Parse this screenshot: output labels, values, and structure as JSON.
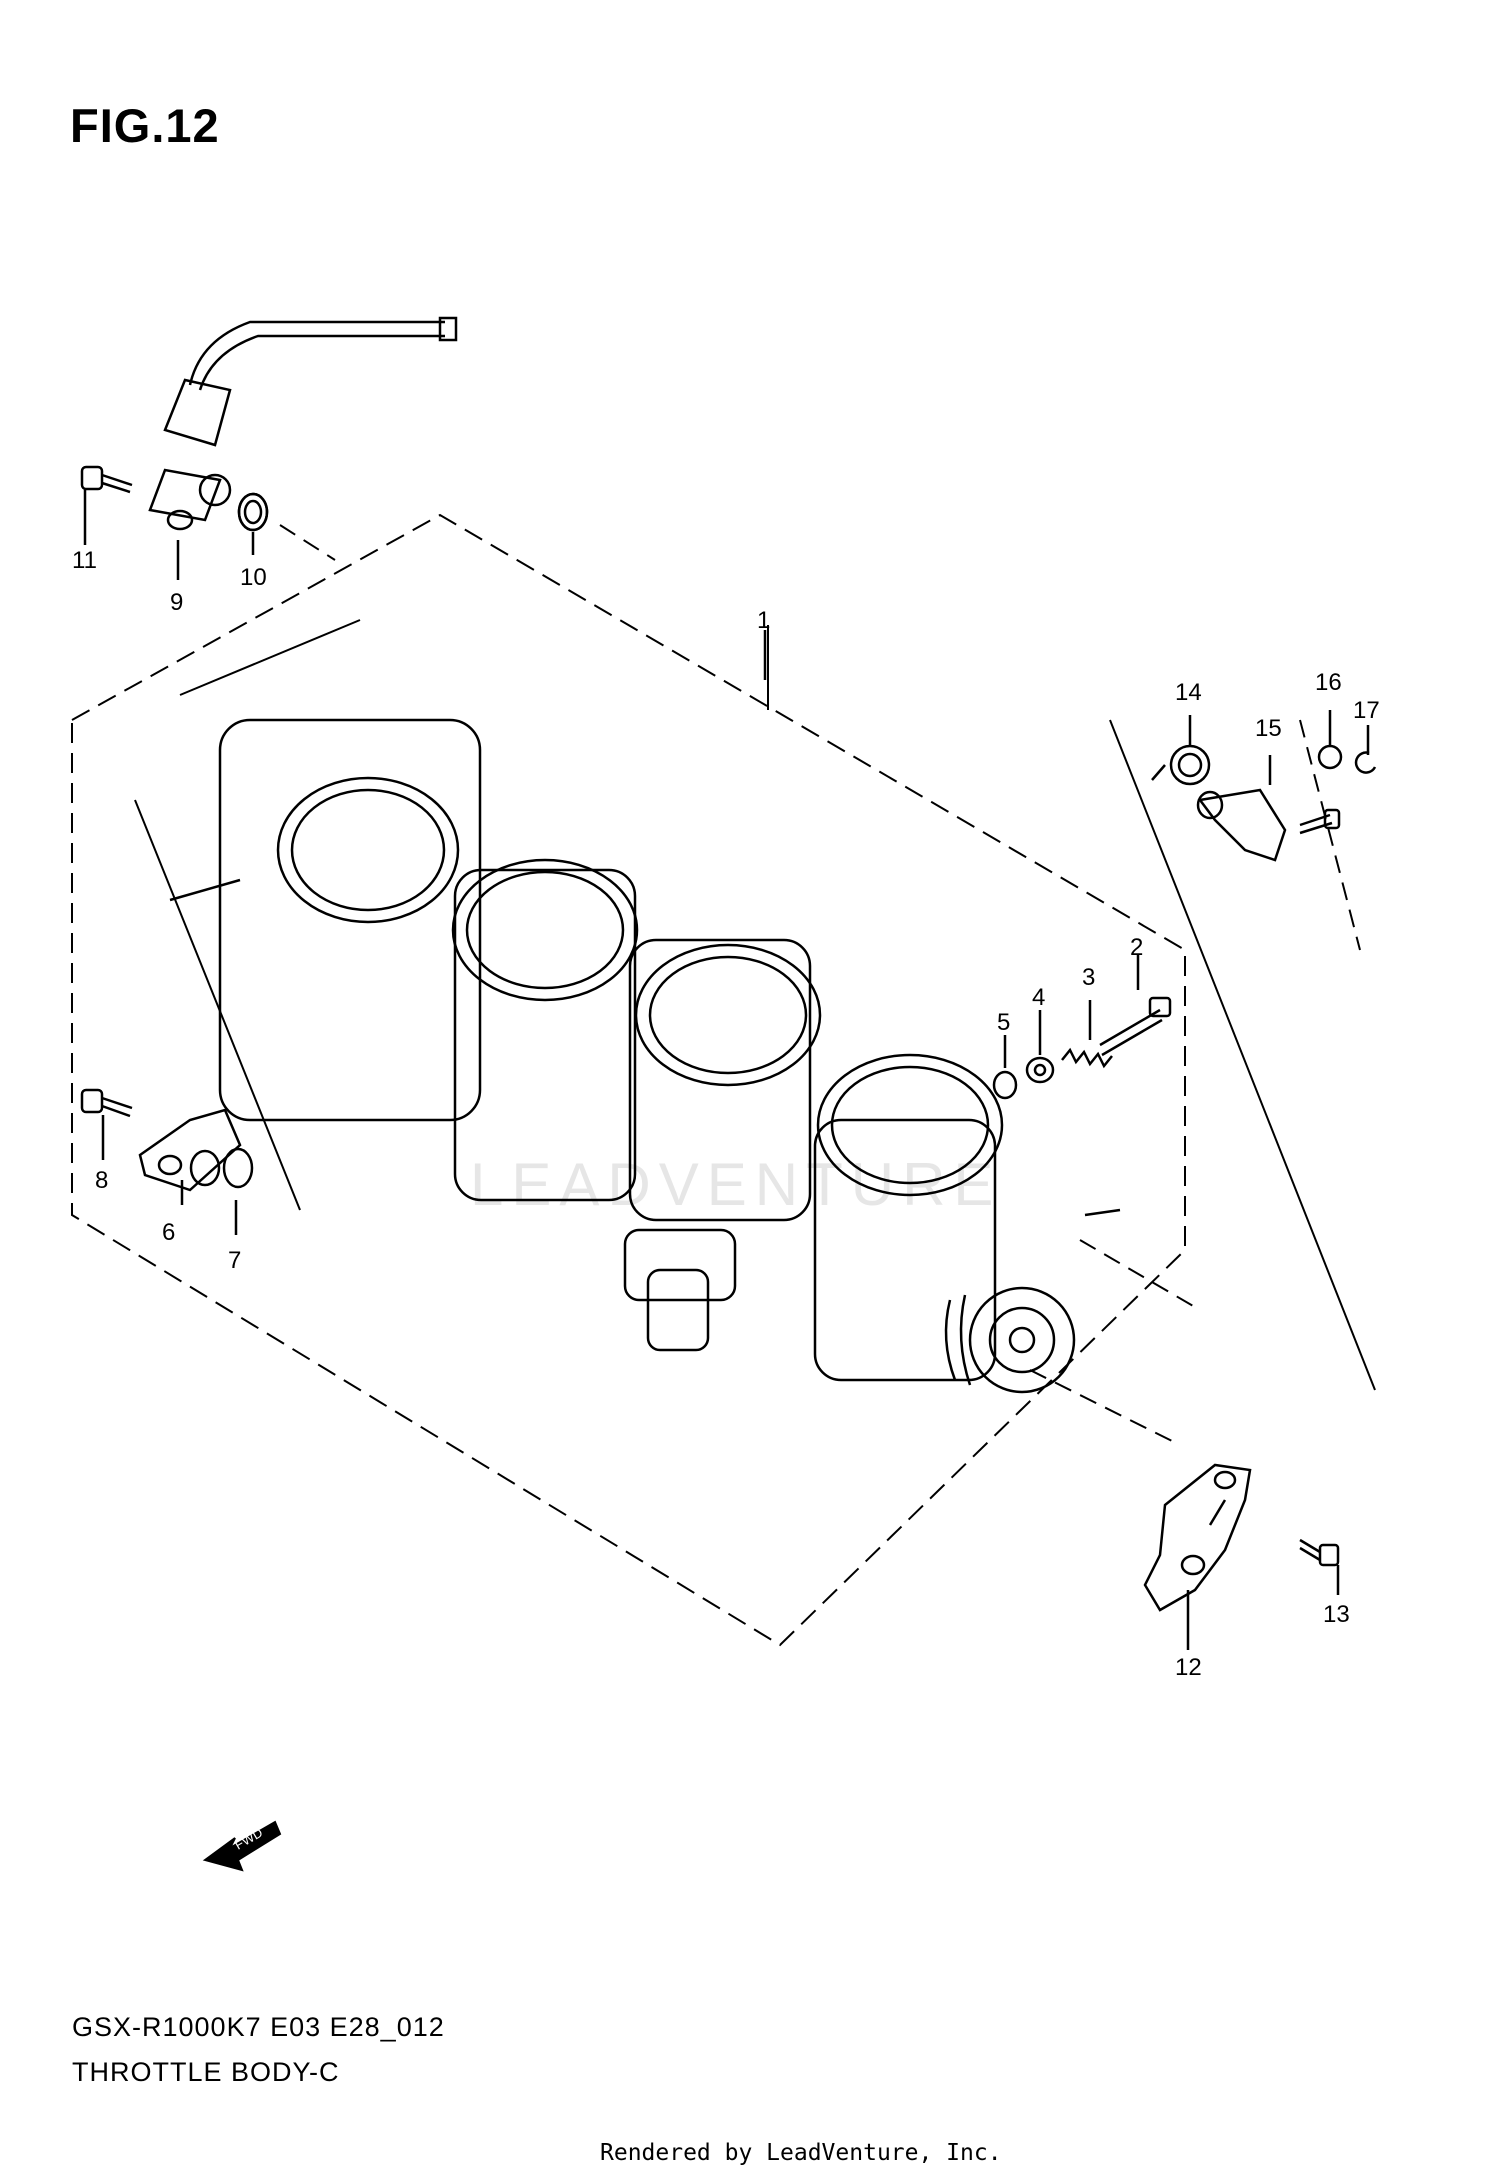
{
  "figure": {
    "title": "FIG.12"
  },
  "footer": {
    "model_code": "GSX-R1000K7 E03 E28_012",
    "section_name": "THROTTLE BODY-C",
    "render_credit": "Rendered by LeadVenture, Inc."
  },
  "direction_label": "FWD",
  "callouts": [
    "1",
    "2",
    "3",
    "4",
    "5",
    "6",
    "7",
    "8",
    "9",
    "10",
    "11",
    "12",
    "13",
    "14",
    "15",
    "16",
    "17"
  ],
  "watermark_text": "LEADVENTURE"
}
